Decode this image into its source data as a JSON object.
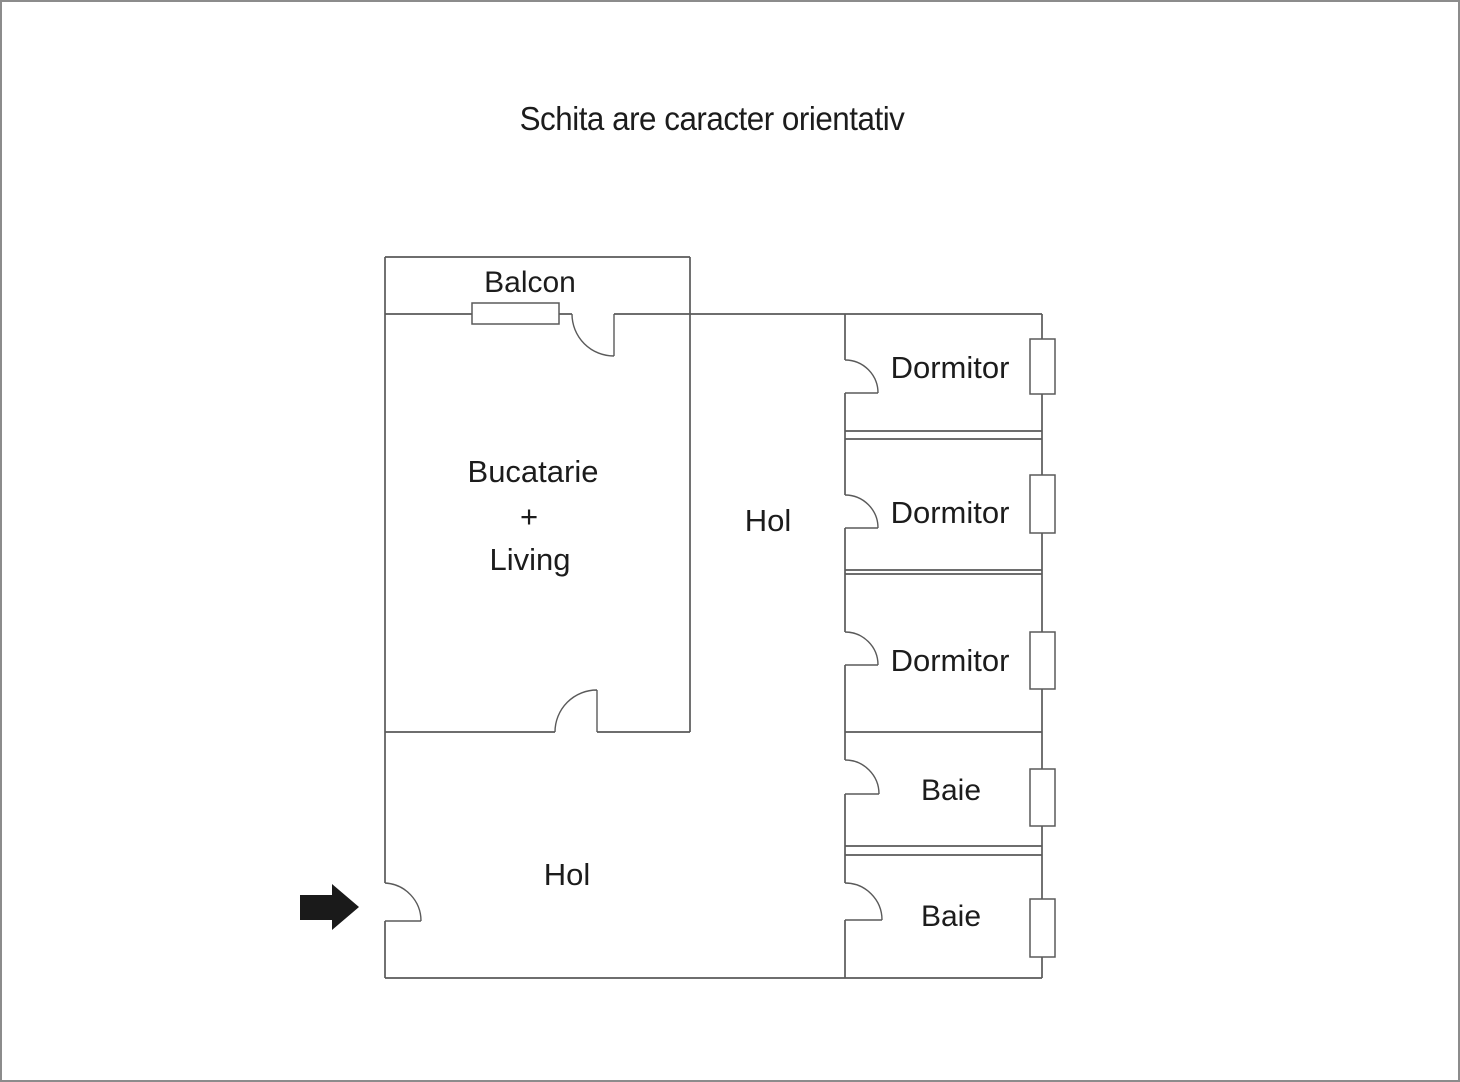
{
  "title": "Schita are caracter orientativ",
  "colors": {
    "wall": "#5a5a5a",
    "text": "#1c1c1c",
    "arrow": "#1a1a1a",
    "canvas_border": "#8c8c8c",
    "background": "#ffffff"
  },
  "plan": {
    "balcon": {
      "label": "Balcon"
    },
    "bucatarie_living": {
      "line1": "Bucatarie",
      "line2": "+",
      "line3": "Living"
    },
    "hol_middle": {
      "label": "Hol"
    },
    "dormitor_1": {
      "label": "Dormitor"
    },
    "dormitor_2": {
      "label": "Dormitor"
    },
    "dormitor_3": {
      "label": "Dormitor"
    },
    "baie_1": {
      "label": "Baie"
    },
    "baie_2": {
      "label": "Baie"
    },
    "hol_lower": {
      "label": "Hol"
    },
    "entrance": {
      "icon": "entrance-arrow"
    }
  }
}
